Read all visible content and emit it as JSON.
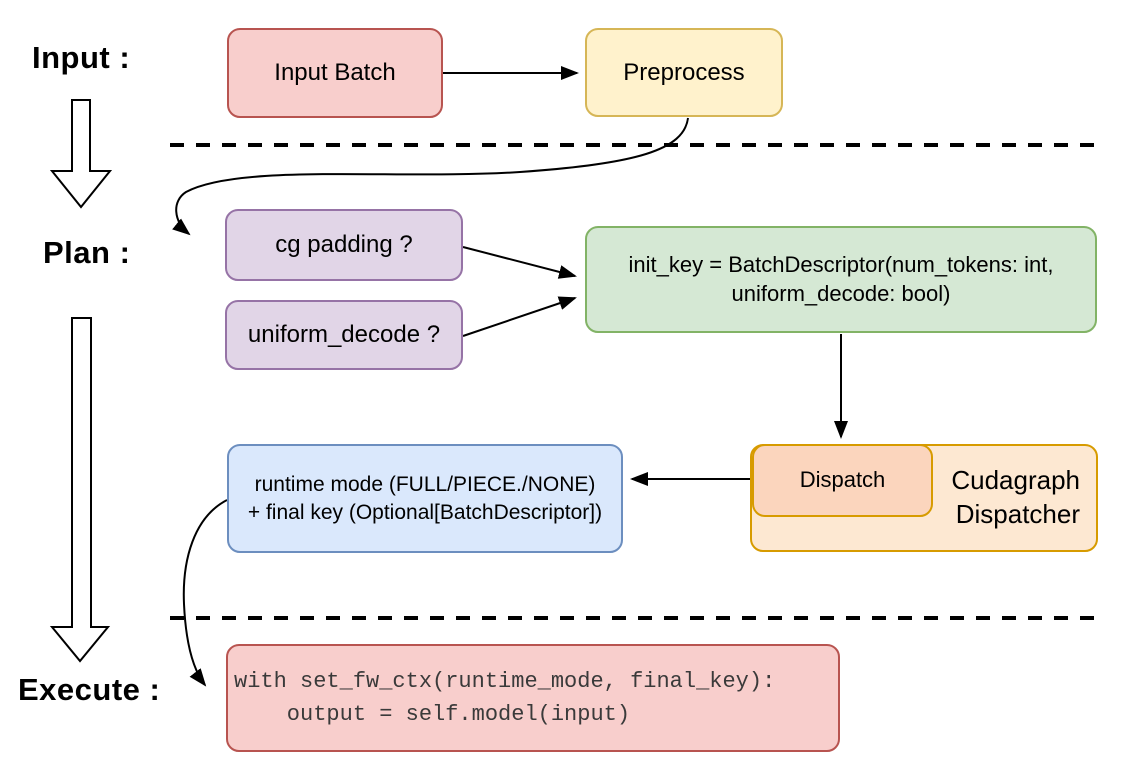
{
  "stages": {
    "input": "Input :",
    "plan": "Plan :",
    "execute": "Execute :"
  },
  "nodes": {
    "input_batch": {
      "label": "Input Batch",
      "fill": "#f8cecc",
      "stroke": "#b85450"
    },
    "preprocess": {
      "label": "Preprocess",
      "fill": "#fff2cc",
      "stroke": "#d6b656"
    },
    "cg_padding": {
      "label": "cg padding ?",
      "fill": "#e1d5e7",
      "stroke": "#9673a6"
    },
    "uniform_decode": {
      "label": "uniform_decode ?",
      "fill": "#e1d5e7",
      "stroke": "#9673a6"
    },
    "init_key": {
      "line1": "init_key = BatchDescriptor(num_tokens: int,",
      "line2": "uniform_decode: bool)",
      "fill": "#d5e8d4",
      "stroke": "#82b366"
    },
    "dispatch": {
      "label": "Dispatch",
      "fill": "#fbd5bd",
      "stroke": "#d79b00"
    },
    "cudagraph_dispatcher": {
      "line1": "Cudagraph",
      "line2": "Dispatcher",
      "fill": "#fde8d2",
      "stroke": "#d79b00"
    },
    "runtime_mode": {
      "line1": "runtime mode (FULL/PIECE./NONE)",
      "line2": "+ final key (Optional[BatchDescriptor])",
      "fill": "#dae8fc",
      "stroke": "#6c8ebf"
    },
    "execute_code": {
      "code_line1": "with set_fw_ctx(runtime_mode, final_key):",
      "code_line2": "    output = self.model(input)",
      "fill": "#f8cecc",
      "stroke": "#b85450"
    }
  },
  "edges": [
    {
      "from": "Input Batch",
      "to": "Preprocess"
    },
    {
      "from": "Preprocess",
      "to": "cg padding ?"
    },
    {
      "from": "cg padding ?",
      "to": "init_key = BatchDescriptor(...)"
    },
    {
      "from": "uniform_decode ?",
      "to": "init_key = BatchDescriptor(...)"
    },
    {
      "from": "init_key = BatchDescriptor(...)",
      "to": "Dispatch"
    },
    {
      "from": "Dispatch",
      "to": "runtime mode + final key"
    },
    {
      "from": "runtime mode + final key",
      "to": "execute code block"
    }
  ]
}
